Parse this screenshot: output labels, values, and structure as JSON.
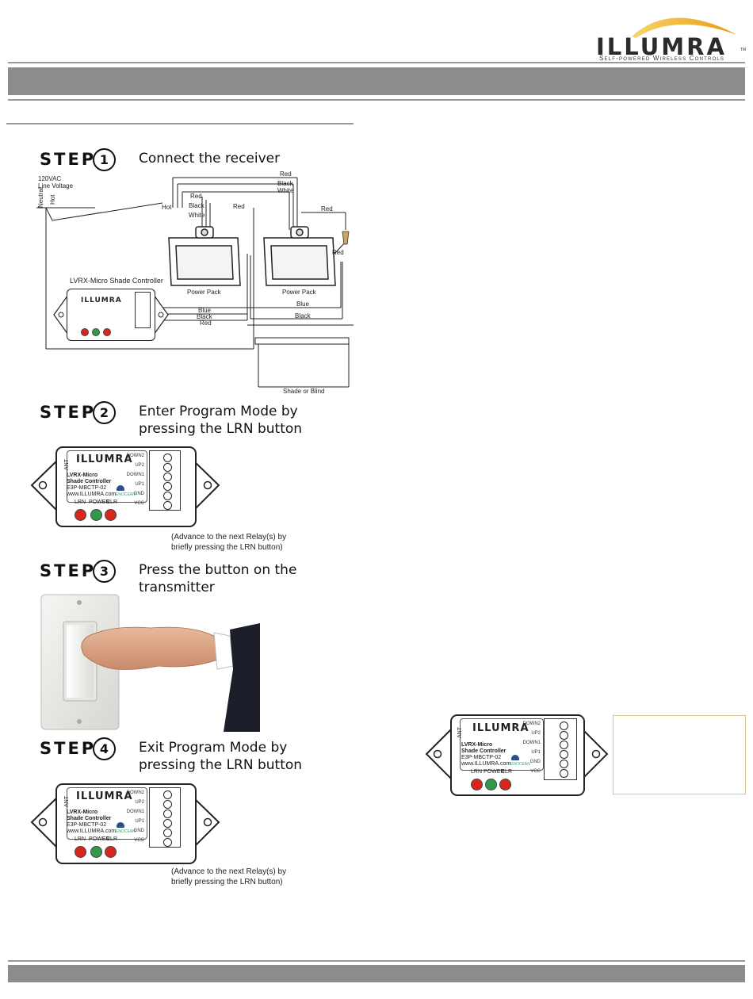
{
  "header": {
    "logo_text": "ILLUMRA",
    "logo_tagline": "Self-powered Wireless Controls",
    "trademark": "TM"
  },
  "steps": [
    {
      "word": "STEP",
      "number": "1",
      "title": "Connect the receiver"
    },
    {
      "word": "STEP",
      "number": "2",
      "title_line1": "Enter Program Mode by",
      "title_line2": "pressing the LRN button",
      "caption_line1": "(Advance to the next Relay(s) by",
      "caption_line2": "briefly pressing the LRN button)"
    },
    {
      "word": "STEP",
      "number": "3",
      "title_line1": "Press the button on the",
      "title_line2": "transmitter"
    },
    {
      "word": "STEP",
      "number": "4",
      "title_line1": "Exit Program Mode by",
      "title_line2": "pressing the LRN button",
      "caption_line1": "(Advance to the next Relay(s) by",
      "caption_line2": "briefly pressing the LRN button)"
    }
  ],
  "wiring": {
    "line_voltage": "120VAC",
    "line_voltage_2": "Line Voltage",
    "neutral": "Neutral",
    "hot_vertical": "Hot",
    "hot": "Hot",
    "red": "Red",
    "black": "Black",
    "white": "White",
    "blue": "Blue",
    "power_pack": "Power Pack",
    "controller_label": "LVRX-Micro Shade Controller",
    "shade": "Shade or Blind"
  },
  "device": {
    "brand": "ILLUMRA",
    "name_line1": "LVRX-Micro",
    "name_line2": "Shade Controller",
    "part": "E3P-MBCTP-02",
    "url": "www.ILLUMRA.com",
    "ant": "ANT",
    "enocean": "ENOCEAN",
    "pins": [
      "DOWN2",
      "UP2",
      "DOWN1",
      "UP1",
      "GND",
      "VCC"
    ],
    "buttons": [
      "LRN",
      "POWER",
      "CLR"
    ]
  },
  "colors": {
    "header_bar": "#8c8c8c",
    "logo_arc": "#f2b71b",
    "led_red": "#d8261f",
    "led_green": "#2e9a4a",
    "note_box_border": "#d8c590"
  }
}
